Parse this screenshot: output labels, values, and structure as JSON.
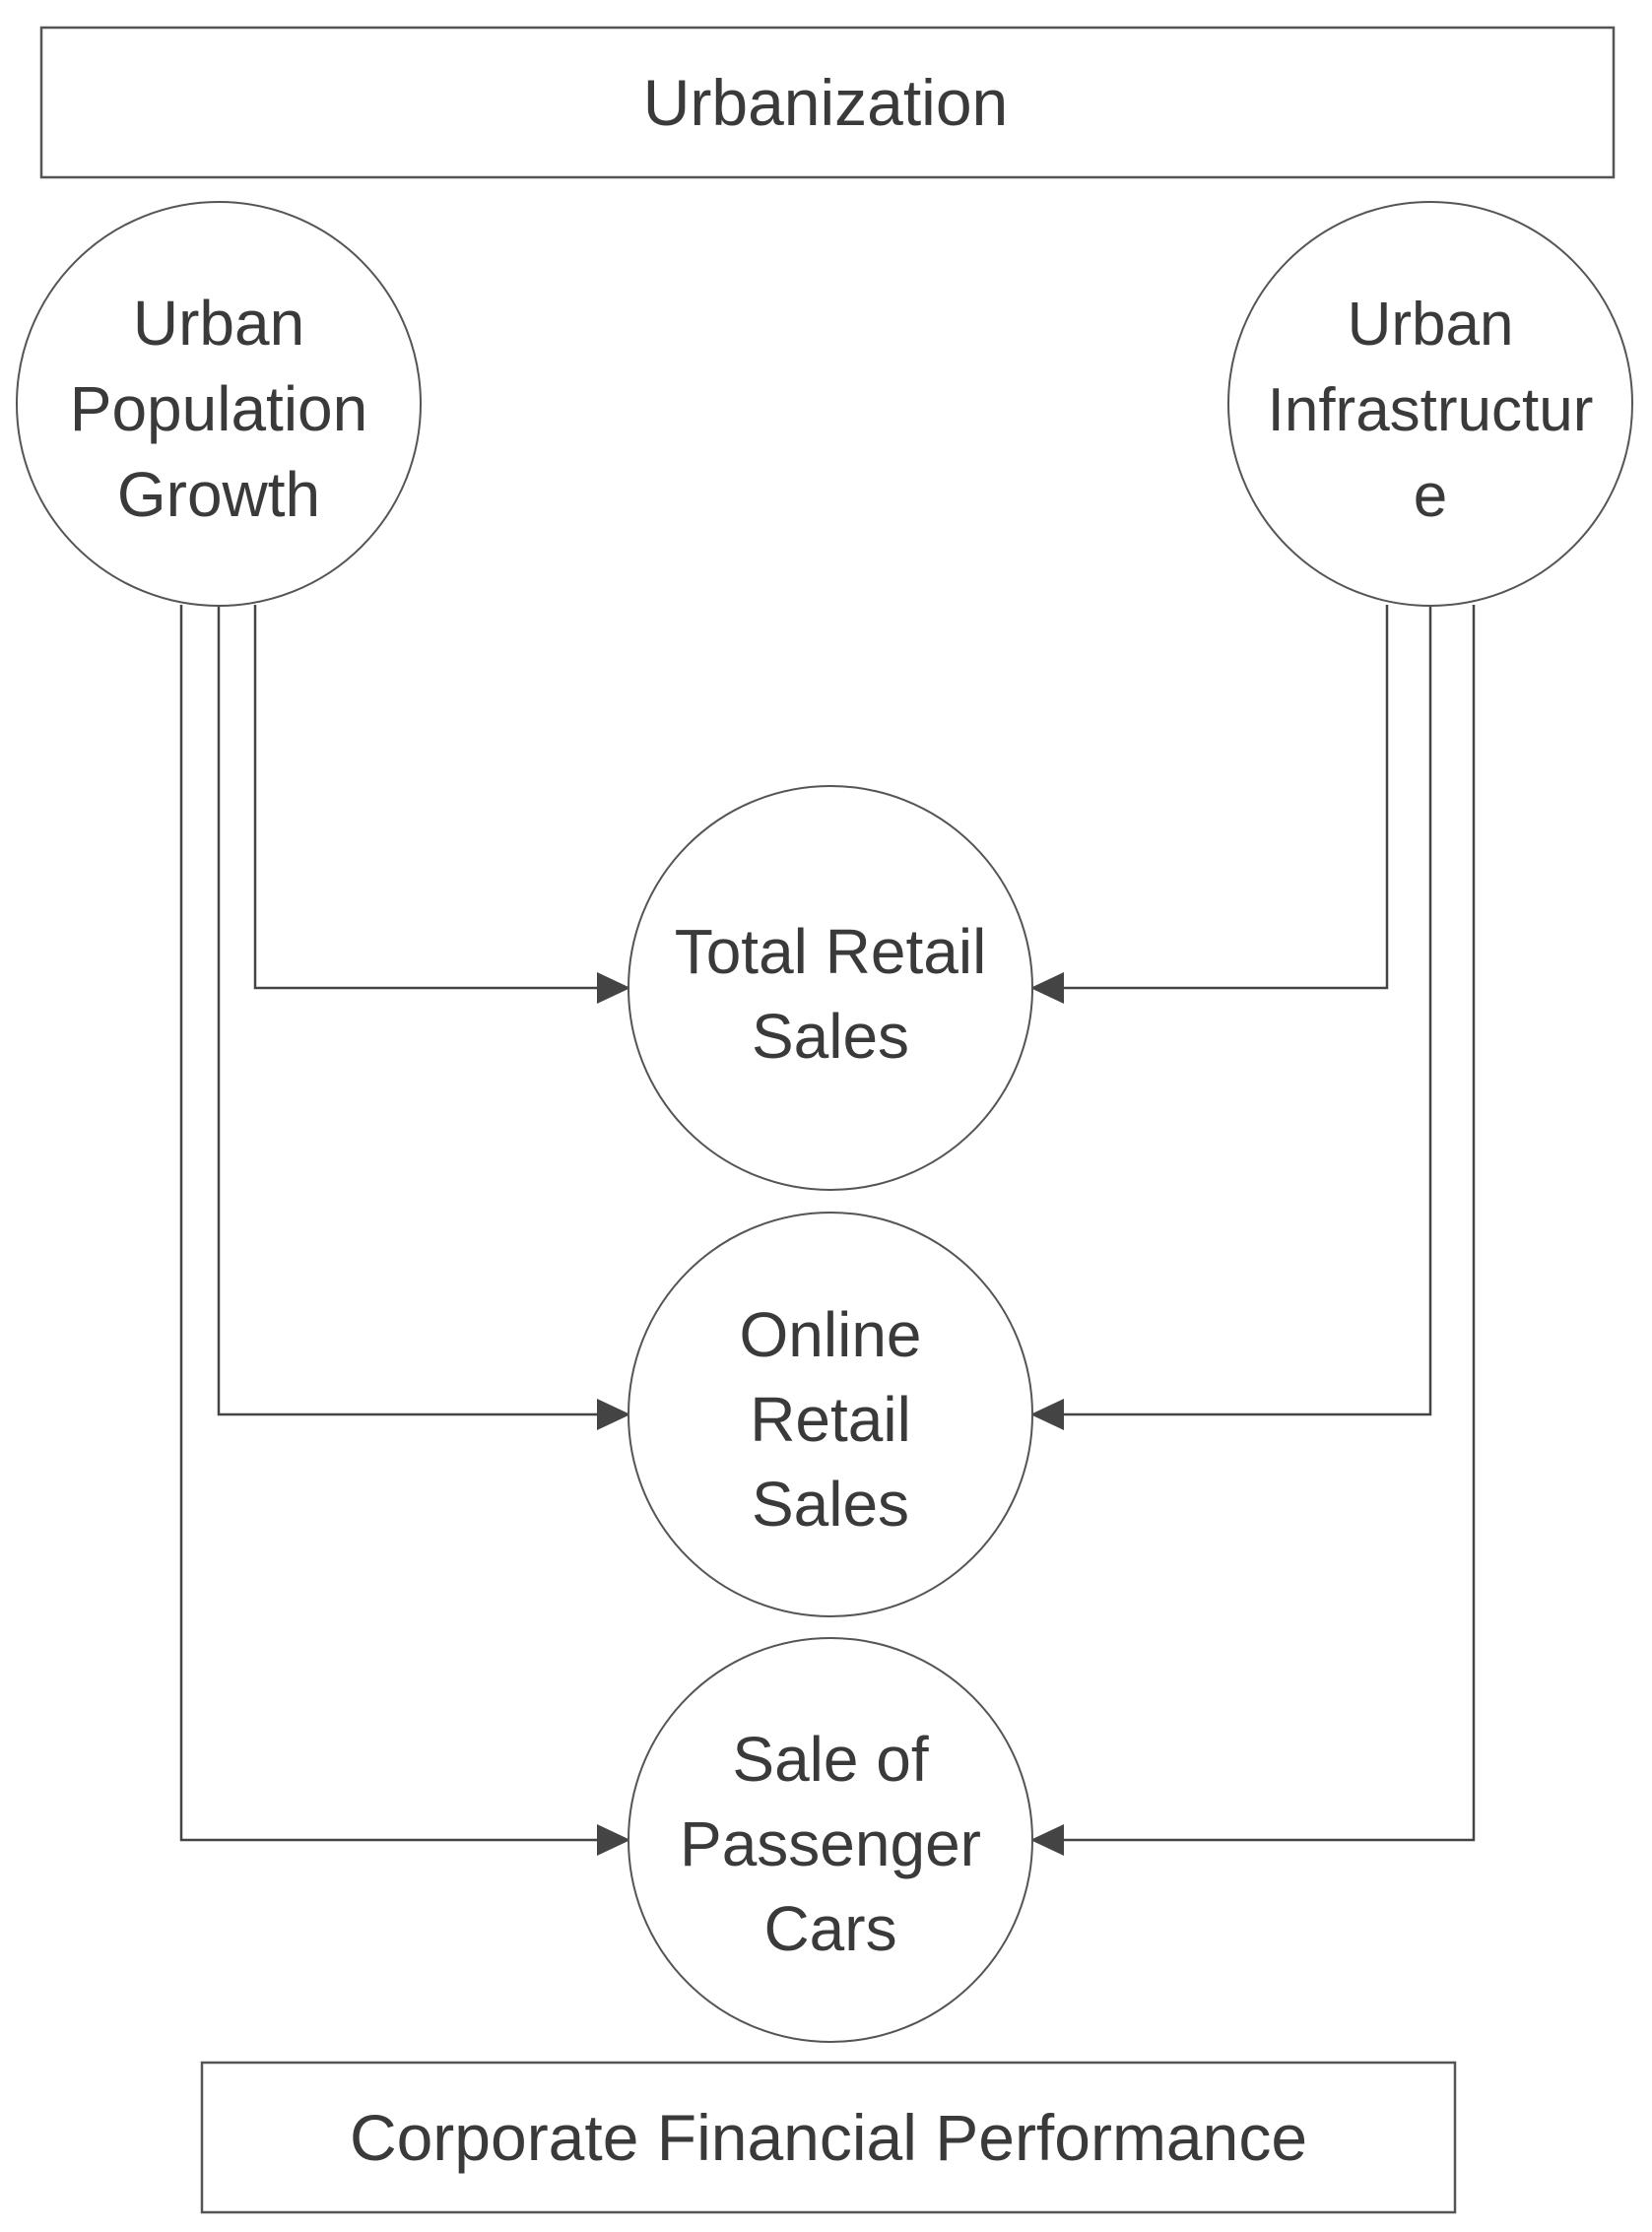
{
  "diagram": {
    "top_box": {
      "label": "Urbanization"
    },
    "bottom_box": {
      "label": "Corporate Financial Performance"
    },
    "drivers": {
      "left": {
        "lines": [
          "Urban",
          "Population",
          "Growth"
        ]
      },
      "right": {
        "lines": [
          "Urban",
          "Infrastructur",
          "e"
        ]
      }
    },
    "outcomes": {
      "total_retail": {
        "lines": [
          "Total Retail",
          "Sales"
        ]
      },
      "online_retail": {
        "lines": [
          "Online",
          "Retail",
          "Sales"
        ]
      },
      "passenger_cars": {
        "lines": [
          "Sale of",
          "Passenger",
          "Cars"
        ]
      }
    },
    "edges": [
      {
        "from": "Urban Population Growth",
        "to": "Total Retail Sales"
      },
      {
        "from": "Urban Population Growth",
        "to": "Online Retail Sales"
      },
      {
        "from": "Urban Population Growth",
        "to": "Sale of Passenger Cars"
      },
      {
        "from": "Urban Infrastructure",
        "to": "Total Retail Sales"
      },
      {
        "from": "Urban Infrastructure",
        "to": "Online Retail Sales"
      },
      {
        "from": "Urban Infrastructure",
        "to": "Sale of Passenger Cars"
      }
    ],
    "colors": {
      "stroke": "#555555",
      "text": "#3a3a3a",
      "background": "#ffffff"
    }
  }
}
